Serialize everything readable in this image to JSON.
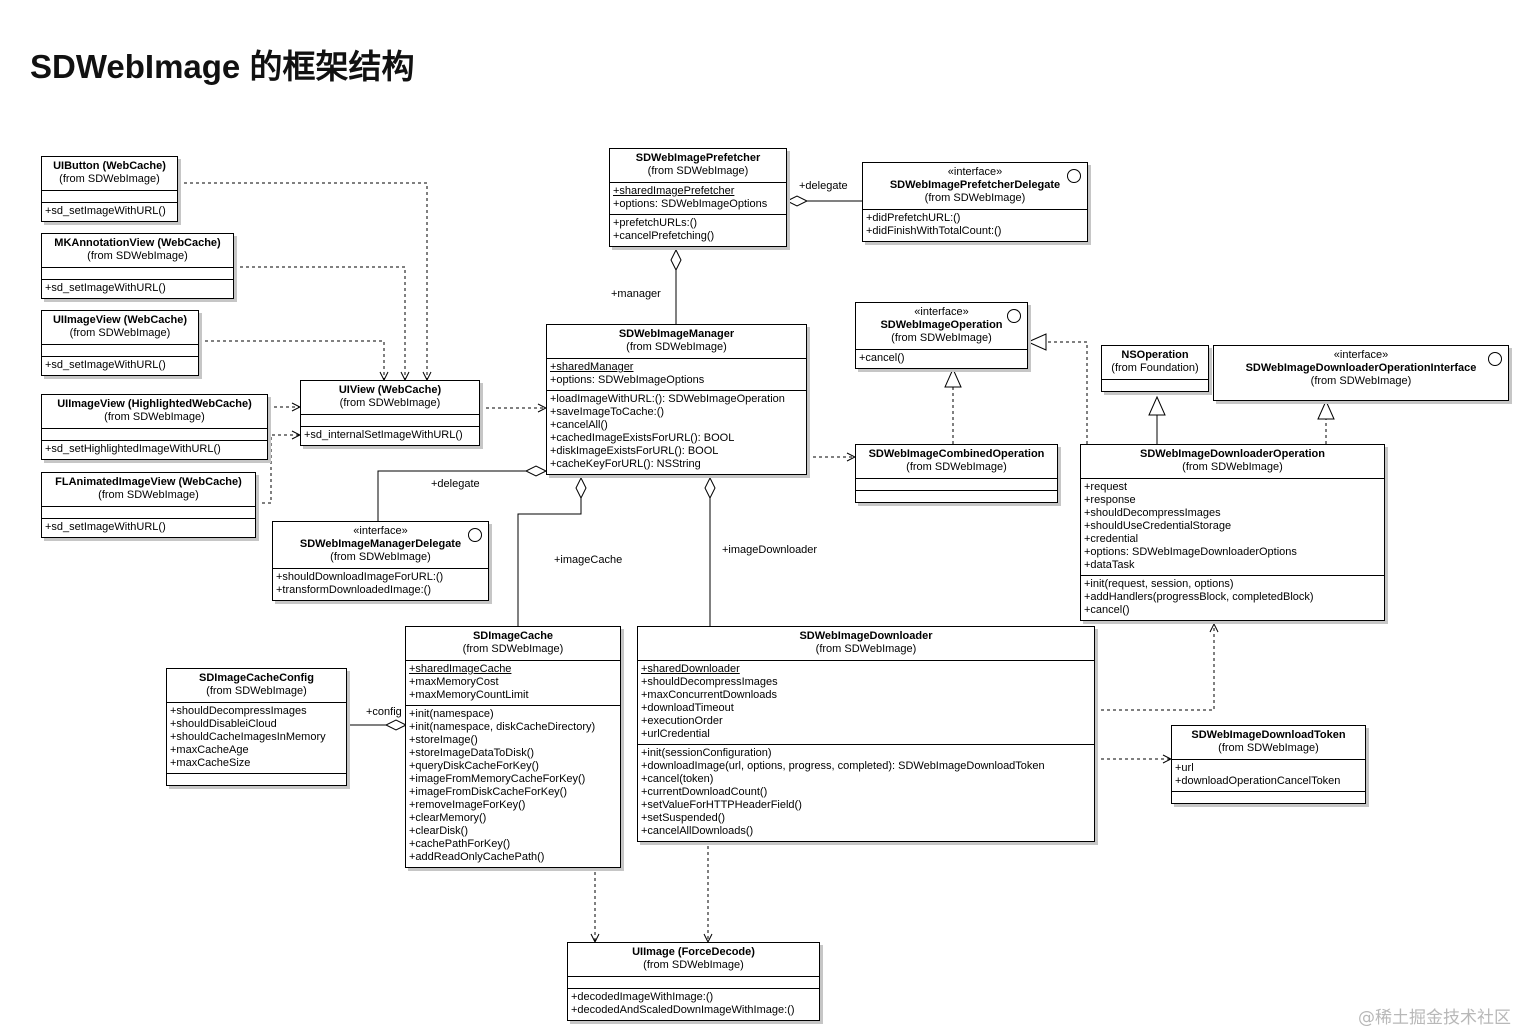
{
  "title": "SDWebImage 的框架结构",
  "watermark": "@稀土掘金技术社区",
  "classes": {
    "uibutton": {
      "name": "UIButton (WebCache)",
      "origin": "(from SDWebImage)",
      "attributes": [],
      "operations": [
        "+sd_setImageWithURL()"
      ]
    },
    "mkannotation": {
      "name": "MKAnnotationView (WebCache)",
      "origin": "(from SDWebImage)",
      "attributes": [],
      "operations": [
        "+sd_setImageWithURL()"
      ]
    },
    "uiimageview": {
      "name": "UIImageView (WebCache)",
      "origin": "(from SDWebImage)",
      "attributes": [],
      "operations": [
        "+sd_setImageWithURL()"
      ]
    },
    "uiimageview_hl": {
      "name": "UIImageView (HighlightedWebCache)",
      "origin": "(from SDWebImage)",
      "attributes": [],
      "operations": [
        "+sd_setHighlightedImageWithURL()"
      ]
    },
    "flanimated": {
      "name": "FLAnimatedImageView (WebCache)",
      "origin": "(from SDWebImage)",
      "attributes": [],
      "operations": [
        "+sd_setImageWithURL()"
      ]
    },
    "uiview": {
      "name": "UIView (WebCache)",
      "origin": "(from SDWebImage)",
      "attributes": [],
      "operations": [
        "+sd_internalSetImageWithURL()"
      ]
    },
    "prefetcher": {
      "name": "SDWebImagePrefetcher",
      "origin": "(from SDWebImage)",
      "attributes": [
        "+sharedImagePrefetcher",
        "+options: SDWebImageOptions"
      ],
      "operations": [
        "+prefetchURLs:()",
        "+cancelPrefetching()"
      ]
    },
    "prefetcher_delegate": {
      "stereotype": "«interface»",
      "name": "SDWebImagePrefetcherDelegate",
      "origin": "(from SDWebImage)",
      "attributes": [],
      "operations": [
        "+didPrefetchURL:()",
        "+didFinishWithTotalCount:()"
      ]
    },
    "manager": {
      "name": "SDWebImageManager",
      "origin": "(from SDWebImage)",
      "attributes": [
        "+sharedManager",
        "+options: SDWebImageOptions"
      ],
      "operations": [
        "+loadImageWithURL:(): SDWebImageOperation",
        "+saveImageToCache:()",
        "+cancelAll()",
        "+cachedImageExistsForURL(): BOOL",
        "+diskImageExistsForURL(): BOOL",
        "+cacheKeyForURL(): NSString"
      ]
    },
    "operation": {
      "stereotype": "«interface»",
      "name": "SDWebImageOperation",
      "origin": "(from SDWebImage)",
      "attributes": [],
      "operations": [
        "+cancel()"
      ]
    },
    "combined": {
      "name": "SDWebImageCombinedOperation",
      "origin": "(from SDWebImage)",
      "attributes": [],
      "operations": []
    },
    "nsoperation": {
      "name": "NSOperation",
      "origin": "(from Foundation)",
      "attributes": [],
      "operations": []
    },
    "dl_op_iface": {
      "stereotype": "«interface»",
      "name": "SDWebImageDownloaderOperationInterface",
      "origin": "(from SDWebImage)",
      "attributes": [],
      "operations": []
    },
    "dl_op": {
      "name": "SDWebImageDownloaderOperation",
      "origin": "(from SDWebImage)",
      "attributes": [
        "+request",
        "+response",
        "+shouldDecompressImages",
        "+shouldUseCredentialStorage",
        "+credential",
        "+options: SDWebImageDownloaderOptions",
        "+dataTask"
      ],
      "operations": [
        "+init(request, session, options)",
        "+addHandlers(progressBlock, completedBlock)",
        "+cancel()"
      ]
    },
    "manager_delegate": {
      "stereotype": "«interface»",
      "name": "SDWebImageManagerDelegate",
      "origin": "(from SDWebImage)",
      "attributes": [],
      "operations": [
        "+shouldDownloadImageForURL:()",
        "+transformDownloadedImage:()"
      ]
    },
    "cache_config": {
      "name": "SDImageCacheConfig",
      "origin": "(from SDWebImage)",
      "attributes": [],
      "operations": [
        "+shouldDecompressImages",
        "+shouldDisableiCloud",
        "+shouldCacheImagesInMemory",
        "+maxCacheAge",
        "+maxCacheSize"
      ]
    },
    "image_cache": {
      "name": "SDImageCache",
      "origin": "(from SDWebImage)",
      "attributes": [
        "+sharedImageCache",
        "+maxMemoryCost",
        "+maxMemoryCountLimit"
      ],
      "operations": [
        "+init(namespace)",
        "+init(namespace, diskCacheDirectory)",
        "+storeImage()",
        "+storeImageDataToDisk()",
        "+queryDiskCacheForKey()",
        "+imageFromMemoryCacheForKey()",
        "+imageFromDiskCacheForKey()",
        "+removeImageForKey()",
        "+clearMemory()",
        "+clearDisk()",
        "+cachePathForKey()",
        "+addReadOnlyCachePath()"
      ]
    },
    "downloader": {
      "name": "SDWebImageDownloader",
      "origin": "(from SDWebImage)",
      "attributes": [
        "+sharedDownloader",
        "+shouldDecompressImages",
        "+maxConcurrentDownloads",
        "+downloadTimeout",
        "+executionOrder",
        "+urlCredential"
      ],
      "operations": [
        "+init(sessionConfiguration)",
        "+downloadImage(url, options, progress, completed): SDWebImageDownloadToken",
        "+cancel(token)",
        "+currentDownloadCount()",
        "+setValueForHTTPHeaderField()",
        "+setSuspended()",
        "+cancelAllDownloads()"
      ]
    },
    "token": {
      "name": "SDWebImageDownloadToken",
      "origin": "(from SDWebImage)",
      "attributes": [
        "+url",
        "+downloadOperationCancelToken"
      ],
      "operations": []
    },
    "uiimage": {
      "name": "UIImage (ForceDecode)",
      "origin": "(from SDWebImage)",
      "attributes": [],
      "operations": [
        "+decodedImageWithImage:()",
        "+decodedAndScaledDownImageWithImage:()"
      ]
    }
  },
  "relations": {
    "delegate_prefetcher": "+delegate",
    "manager": "+manager",
    "delegate_manager": "+delegate",
    "image_cache": "+imageCache",
    "image_downloader": "+imageDownloader",
    "config": "+config"
  }
}
